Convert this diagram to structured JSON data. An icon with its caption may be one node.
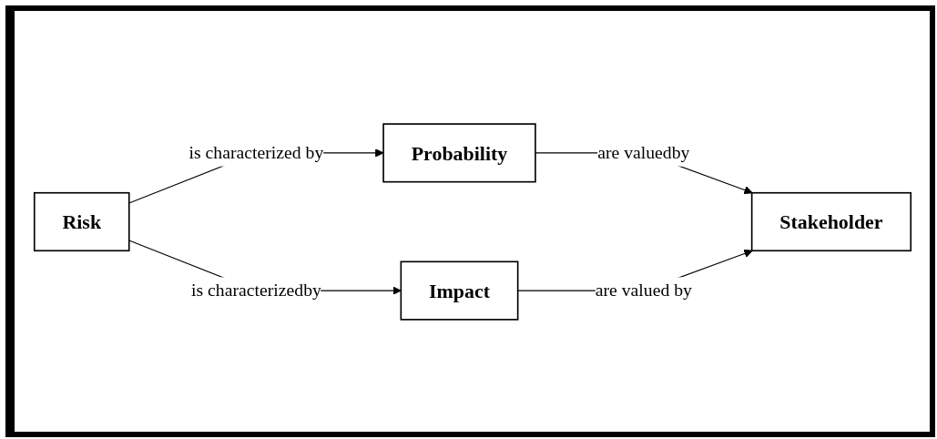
{
  "diagram": {
    "nodes": [
      {
        "text": [
          "Probability"
        ]
      },
      {
        "text": [
          "Risk"
        ]
      },
      {
        "text": [
          "Stakeholder"
        ]
      },
      {
        "text": [
          "Impact"
        ]
      }
    ],
    "edges": [
      {
        "from": 1,
        "to": 0,
        "arrow": "to",
        "label": "is characterized by"
      },
      {
        "from": 0,
        "to": 2,
        "arrow": "to",
        "label": "are valuedby"
      },
      {
        "from": 1,
        "to": 3,
        "arrow": "to",
        "label": "is characterizedby"
      },
      {
        "from": 3,
        "to": 2,
        "arrow": "to",
        "label": "are valued by"
      }
    ]
  }
}
